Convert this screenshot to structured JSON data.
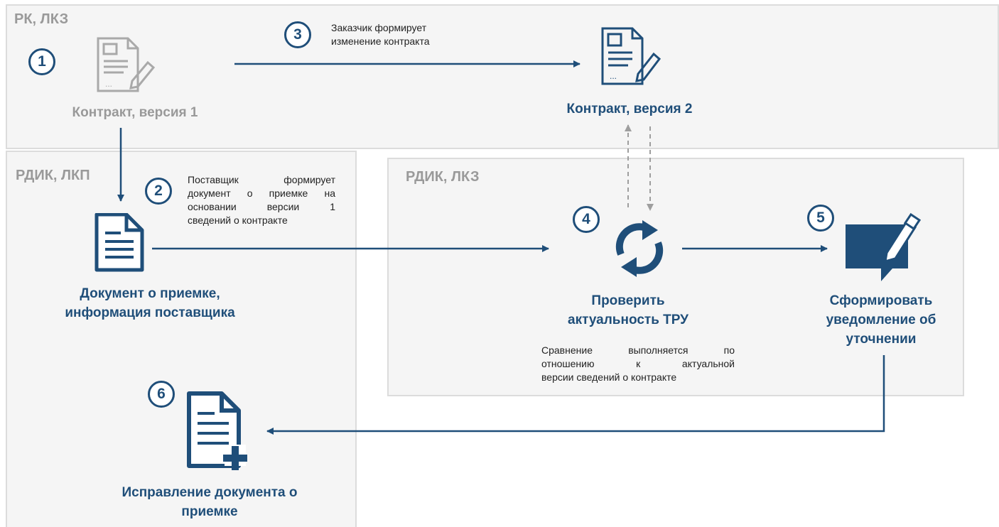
{
  "zones": {
    "top": {
      "title": "РК,  ЛКЗ"
    },
    "left": {
      "title": "РДИК, ЛКП"
    },
    "right": {
      "title": "РДИК,  ЛКЗ"
    }
  },
  "nodes": {
    "contract_v1": {
      "label": "Контракт, версия 1",
      "icon": "contract-document-icon"
    },
    "contract_v2": {
      "label": "Контракт, версия 2",
      "icon": "contract-document-icon"
    },
    "acceptance_doc": {
      "label_line1": "Документ о приемке,",
      "label_line2": "информация поставщика",
      "icon": "document-icon"
    },
    "check_relevance": {
      "label_line1": "Проверить",
      "label_line2": "актуальность ТРУ",
      "icon": "refresh-cycle-icon"
    },
    "notification": {
      "label_line1": "Сформировать",
      "label_line2": "уведомление об",
      "label_line3": "уточнении",
      "icon": "message-edit-icon"
    },
    "correction": {
      "label_line1": "Исправление документа о",
      "label_line2": "приемке",
      "icon": "document-plus-icon"
    }
  },
  "steps": {
    "s1": {
      "number": "1"
    },
    "s2": {
      "number": "2",
      "line1": "Поставщик   формирует",
      "line2": "документ о приемке на",
      "line3": "основании   версии   1",
      "line4": "сведений о контракте"
    },
    "s3": {
      "number": "3",
      "line1": "Заказчик формирует",
      "line2": "изменение контракта"
    },
    "s4": {
      "number": "4",
      "line1": "Сравнение   выполняется   по",
      "line2": "отношению     к     актуальной",
      "line3": "версии сведений о контракте"
    },
    "s5": {
      "number": "5"
    },
    "s6": {
      "number": "6"
    }
  },
  "colors": {
    "primary": "#1f4e79",
    "muted": "#9e9e9e",
    "zone_bg": "#f5f5f5",
    "zone_border": "#dcdcdc"
  }
}
